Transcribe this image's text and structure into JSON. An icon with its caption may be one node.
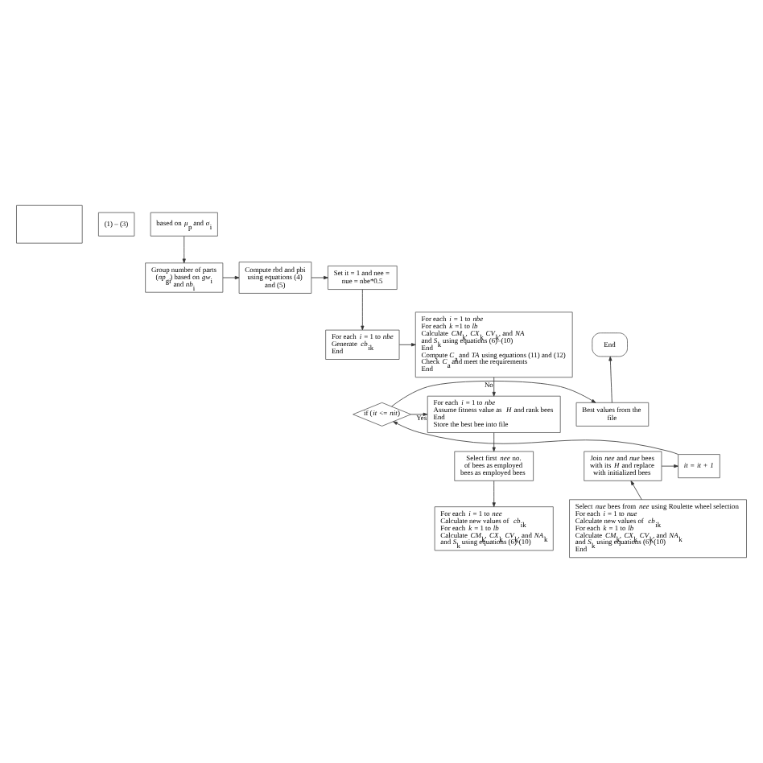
{
  "diagram": {
    "nodes": [
      {
        "text": [],
        "shape": "box"
      },
      {
        "text": [
          "(1) – (3)"
        ]
      },
      {
        "text": [
          "based on *μ*$_{p}$ and *σ*$_{i}$"
        ]
      },
      {
        "text": [
          "Group number of parts (*np*$_{gi}$) based on *gw*$_{i}$ and *nb*$_{i}$"
        ]
      },
      {
        "text": [
          "Compute rbd and pbi using equations (4) and (5)"
        ]
      },
      {
        "text": [
          "Set it = 1 and nee = nue = nbe*0.5"
        ]
      },
      {
        "text": [
          "For each *i* = 1 to *nbe*",
          "Generate *cb*$_{ik}$",
          "End"
        ]
      },
      {
        "text": [
          "For each *i* = 1 to *nbe*",
          "For each *k* =1 to *lb*",
          "Calculate *CM*$_{k}$, *CX*$_{k}$ *CV*$_{k}$, and *NA*",
          "and *S*$_{k}$ using equations (6)–(10)",
          "End",
          "Compute *C*$_{a}$ and *TA* using equations (11) and (12)",
          "Check *C*$_{a}$ and meet the requirements",
          "End"
        ]
      },
      {
        "text": [
          "End"
        ]
      },
      {
        "text": [
          "Best values from the file"
        ]
      },
      {
        "text": [
          "For each *i* = 1 to *nbe*",
          "Assume fitness value as *H* and rank bees",
          "End",
          "Store the best bee into file"
        ]
      },
      {
        "text": [
          "if (*it* <= *nit*)"
        ]
      },
      {
        "text": [
          "Select first *nee* no. of bees as employed bees as employed bees"
        ]
      },
      {
        "text": [
          "Join *nee* and *nue* bees with its *H* and replace with initialized bees"
        ]
      },
      {
        "text": [
          "*it* = *it* + *1*"
        ]
      },
      {
        "text": [
          "For each *i* = 1 to *nee*",
          "Calculate new values of *cb*$_{ik}$",
          "For each *k* = 1 to *lb*",
          "Calculate *CM*$_{k}$, *CX*$_{k}$ *CV*$_{k}$, and *NA*$_{k}$",
          "and *S*$_{k}$ using equations (6)-(10)"
        ]
      },
      {
        "text": [
          "Select *nue* bees from *nee* using Roulette wheel selection",
          "For each *i* = 1 to *nue*",
          "Calculate new values of *cb*$_{ik}$",
          "For each *k* = 1 to *lb*",
          "Calculate *CM*$_{k}$, *CX*$_{k}$ *CV*$_{k}$, and *NA*$_{k}$",
          "and *S*$_{k}$ using equations (6)-(10)",
          "End"
        ]
      }
    ],
    "edges": [
      {
        "from": 2,
        "to": 3,
        "arrow": "to"
      },
      {
        "from": 3,
        "to": 4,
        "arrow": "to"
      },
      {
        "from": 4,
        "to": 5,
        "arrow": "to"
      },
      {
        "from": 5,
        "to": 6,
        "arrow": "to"
      },
      {
        "from": 6,
        "to": 7,
        "arrow": "to"
      },
      {
        "from": 7,
        "to": 10,
        "arrow": "to"
      },
      {
        "from": 11,
        "to": 10,
        "arrow": "to",
        "label": "Yes"
      },
      {
        "from": 11,
        "to": 9,
        "arrow": "to",
        "label": "No"
      },
      {
        "from": 9,
        "to": 8,
        "arrow": "to"
      },
      {
        "from": 10,
        "to": 12,
        "arrow": "to"
      },
      {
        "from": 12,
        "to": 15,
        "arrow": "to"
      },
      {
        "from": 16,
        "to": 13,
        "arrow": "to"
      },
      {
        "from": 13,
        "to": 14,
        "arrow": "to"
      },
      {
        "from": 14,
        "to": 11,
        "arrow": "to"
      }
    ]
  }
}
